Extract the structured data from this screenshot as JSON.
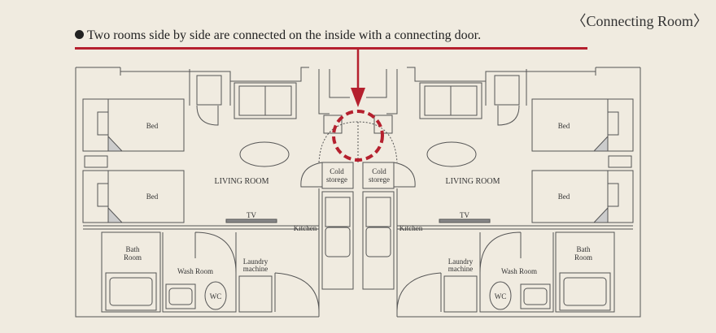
{
  "header": {
    "tag": "〈Connecting Room〉",
    "description": "Two rooms side by side are connected on the inside with a connecting door."
  },
  "labels": {
    "bed": "Bed",
    "living_room": "LIVING ROOM",
    "tv": "TV",
    "kitchen": "Kitchen",
    "cold_line1": "Cold",
    "cold_line2": "storege",
    "bath_line1": "Bath",
    "bath_line2": "Room",
    "wash_room": "Wash Room",
    "laundry_line1": "Laundry",
    "laundry_line2": "machine",
    "wc": "WC"
  },
  "colors": {
    "accent": "#b5202e",
    "background": "#f0ebe0",
    "line": "#555555"
  }
}
